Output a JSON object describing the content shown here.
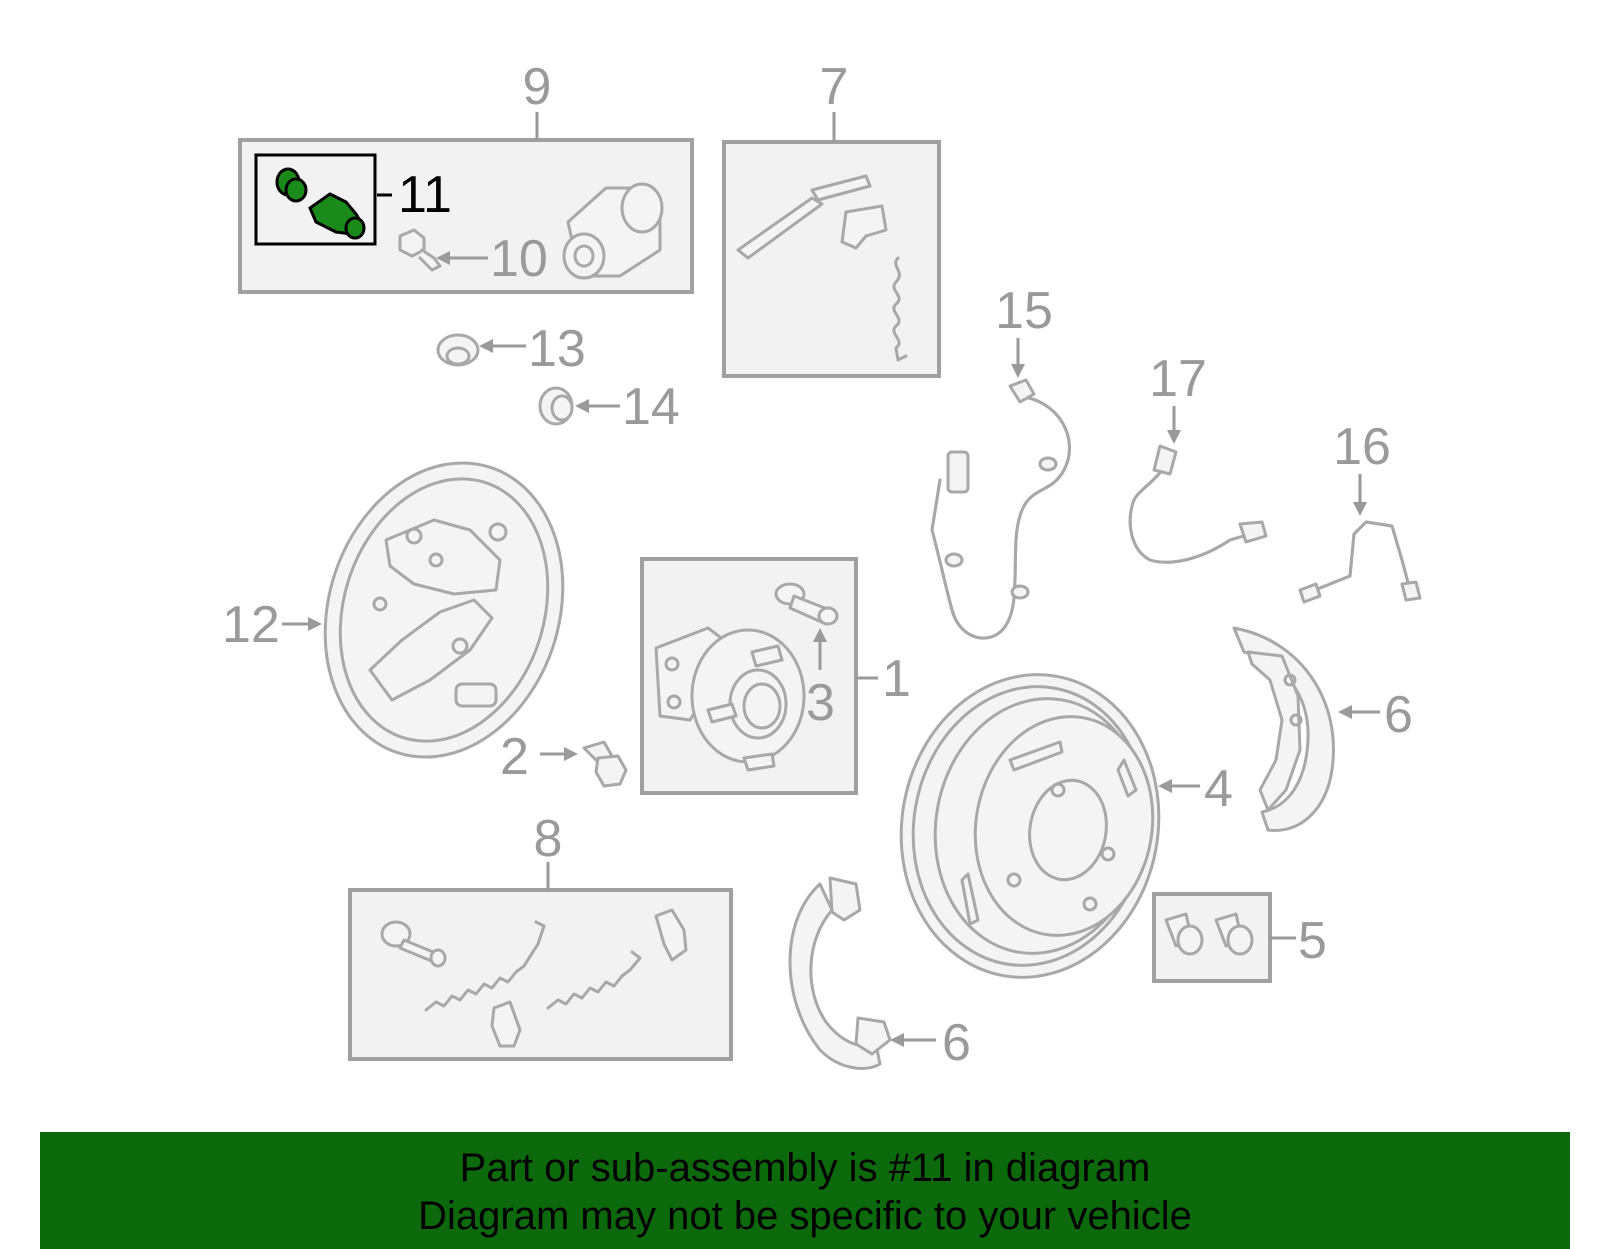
{
  "callouts": {
    "n1": "1",
    "n2": "2",
    "n3": "3",
    "n4": "4",
    "n5": "5",
    "n6a": "6",
    "n6b": "6",
    "n7": "7",
    "n8": "8",
    "n9": "9",
    "n10": "10",
    "n11": "11",
    "n12": "12",
    "n13": "13",
    "n14": "14",
    "n15": "15",
    "n16": "16",
    "n17": "17"
  },
  "highlight": {
    "part": "11",
    "color": "#1a8a1a"
  },
  "banner": {
    "line1": "Part or sub-assembly is #11 in diagram",
    "line2": "Diagram may not be specific to your vehicle",
    "background": "#0c6a0c"
  }
}
